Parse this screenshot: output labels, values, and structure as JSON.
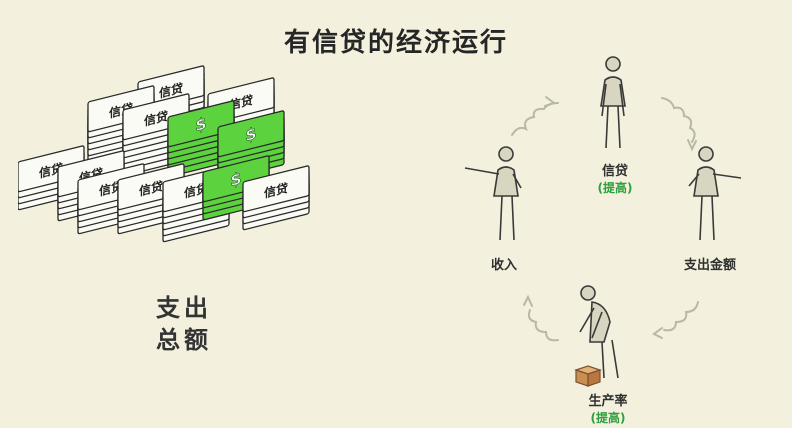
{
  "title": "有信贷的经济运行",
  "money": {
    "note_label": "信贷",
    "dollar_symbol": "$",
    "total_line1": "支出",
    "total_line2": "总额"
  },
  "cycle": {
    "credit": {
      "label": "信贷",
      "status": "(提高)"
    },
    "spending": {
      "label": "支出金额"
    },
    "productivity": {
      "label": "生产率",
      "status": "(提高)"
    },
    "income": {
      "label": "收入"
    }
  },
  "colors": {
    "background": "#f3f1dd",
    "accent_green": "#2e9e3e",
    "money_green": "#5cd23e"
  }
}
